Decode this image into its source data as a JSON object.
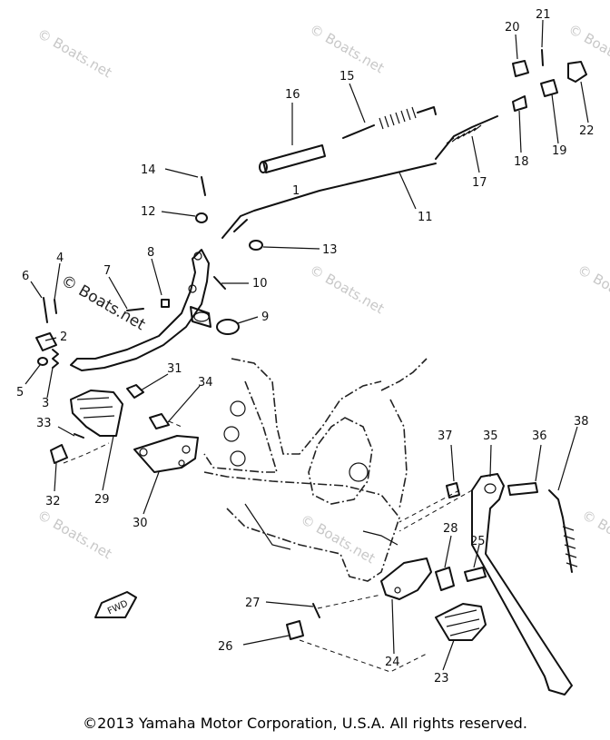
{
  "watermarks": [
    "© Boats.net",
    "© Boats.net",
    "© Boats.net",
    "© Boats.net",
    "© Boats.net",
    "© Boats.net",
    "© Boats.net",
    "© Boats.net"
  ],
  "fwd_label": "FWD",
  "callouts": [
    "1",
    "2",
    "3",
    "4",
    "5",
    "6",
    "7",
    "8",
    "9",
    "10",
    "11",
    "12",
    "13",
    "14",
    "15",
    "16",
    "17",
    "18",
    "19",
    "20",
    "21",
    "22",
    "23",
    "24",
    "25",
    "26",
    "27",
    "28",
    "29",
    "30",
    "31",
    "32",
    "33",
    "34",
    "35",
    "36",
    "37",
    "38"
  ],
  "copyright": "©2013 Yamaha Motor Corporation, U.S.A. All rights reserved."
}
